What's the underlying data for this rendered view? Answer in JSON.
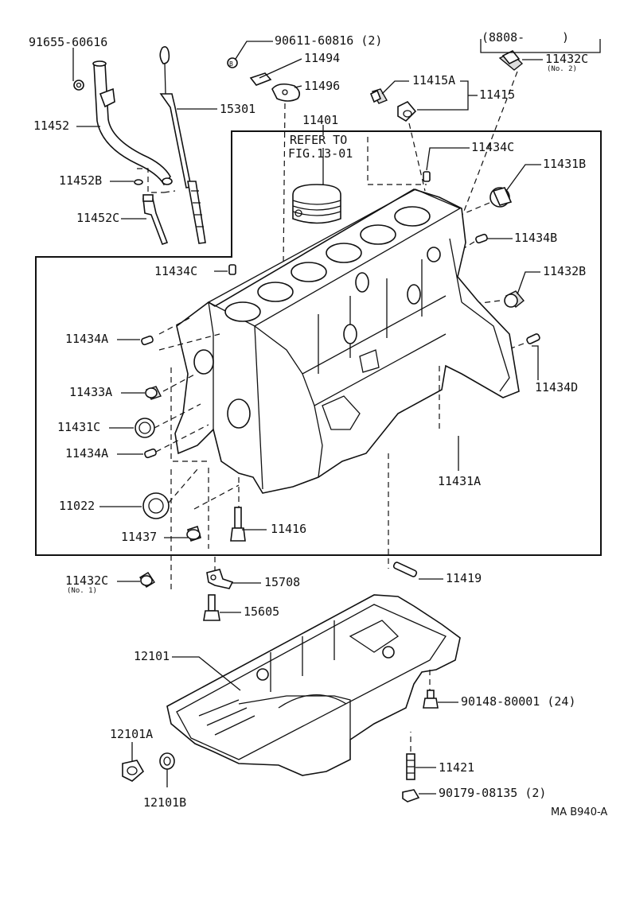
{
  "labels": {
    "p91655": "91655-60616",
    "p11452": "11452",
    "p11452b": "11452B",
    "p11452c": "11452C",
    "p90611": "90611-60816 (2)",
    "p11494": "11494",
    "p11496": "11496",
    "p15301": "15301",
    "p11401": "11401",
    "refer1": "REFER TO",
    "refer2": "FIG.13-01",
    "p8808": "(8808-",
    "p8808end": ")",
    "p11432c_top": "11432C",
    "no2": "(No. 2)",
    "p11415a": "11415A",
    "p11415": "11415",
    "p11434c_top": "11434C",
    "p11431b": "11431B",
    "p11434b": "11434B",
    "p11434c_left": "11434C",
    "p11432b": "11432B",
    "p11434a_upper": "11434A",
    "p11434d": "11434D",
    "p11433a": "11433A",
    "p11431c": "11431C",
    "p11434a_lower": "11434A",
    "p11431a": "11431A",
    "p11022": "11022",
    "p11437": "11437",
    "p11416": "11416",
    "p11432c_bottom": "11432C",
    "no1": "(No. 1)",
    "p15708": "15708",
    "p11419": "11419",
    "p15605": "15605",
    "p12101": "12101",
    "p90148": "90148-80001 (24)",
    "p12101a": "12101A",
    "p11421": "11421",
    "p12101b": "12101B",
    "p90179": "90179-08135 (2)",
    "footer": "MA B940-A"
  }
}
